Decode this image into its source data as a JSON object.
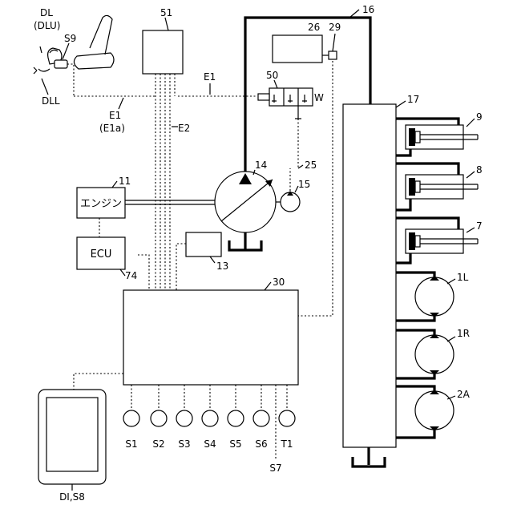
{
  "labels": {
    "dl": "DL",
    "dlu": "(DLU)",
    "s9": "S9",
    "dll": "DLL",
    "n51": "51",
    "e1_top": "E1",
    "n16": "16",
    "n26": "26",
    "n29": "29",
    "n50": "50",
    "w": "W",
    "n17": "17",
    "n9": "9",
    "e1_left": "E1",
    "e1a": "(E1a)",
    "e2": "E2",
    "n14": "14",
    "n25": "25",
    "n8": "8",
    "n11": "11",
    "n15": "15",
    "n7": "7",
    "n13": "13",
    "n74": "74",
    "n30": "30",
    "n1l": "1L",
    "n1r": "1R",
    "n2a": "2A",
    "engine": "エンジン",
    "ecu": "ECU",
    "s1": "S1",
    "s2": "S2",
    "s3": "S3",
    "s4": "S4",
    "s5": "S5",
    "s6": "S6",
    "t1": "T1",
    "s7": "S7",
    "disp": "DI,S8"
  }
}
